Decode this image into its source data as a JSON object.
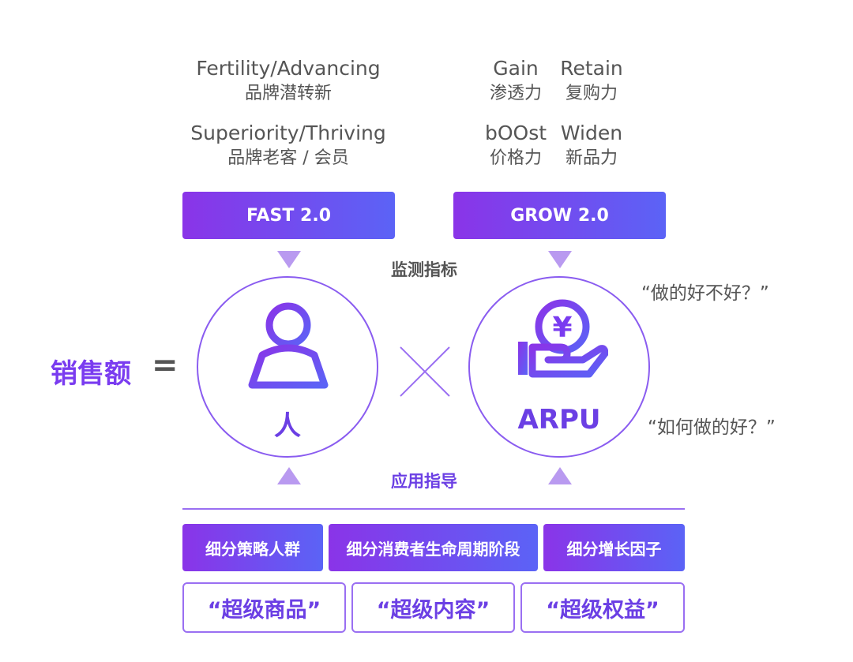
{
  "fast": {
    "item1_en": "Fertility/Advancing",
    "item1_cn": "品牌潜转新",
    "item2_en": "Superiority/Thriving",
    "item2_cn": "品牌老客 / 会员",
    "button": "FAST 2.0"
  },
  "grow": {
    "col1_row1_en": "Gain",
    "col1_row1_cn": "渗透力",
    "col2_row1_en": "Retain",
    "col2_row1_cn": "复购力",
    "col1_row2_en": "bOOst",
    "col1_row2_cn": "价格力",
    "col2_row2_en": "Widen",
    "col2_row2_cn": "新品力",
    "button": "GROW 2.0"
  },
  "monitor_label": "监测指标",
  "apply_label": "应用指导",
  "equation_left": "销售额",
  "equals": "=",
  "person_label": "人",
  "arpu_label": "ARPU",
  "yen_symbol": "¥",
  "question1": "“做的好不好？”",
  "question2": "“如何做的好？”",
  "segments": [
    "细分策略人群",
    "细分消费者生命周期阶段",
    "细分增长因子"
  ],
  "supers": [
    "“超级商品”",
    "“超级内容”",
    "“超级权益”"
  ],
  "colors": {
    "accent": "#7a3cf0",
    "gradient_start": "#8a34e8",
    "gradient_end": "#5b63f6",
    "triangle": "#b99af0"
  }
}
